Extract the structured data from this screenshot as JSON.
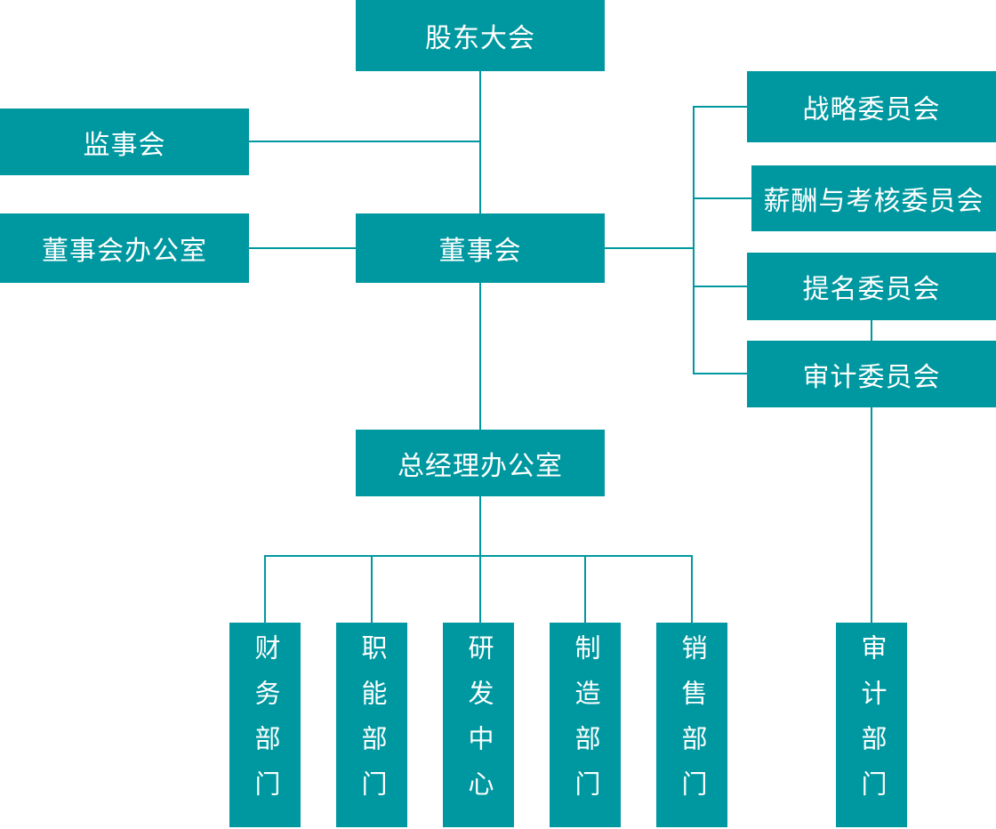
{
  "diagram": {
    "type": "org-chart",
    "accent_color": "#0098A0",
    "text_color": "#ffffff",
    "nodes": {
      "shareholders_meeting": "股东大会",
      "supervisory_board": "监事会",
      "board_office": "董事会办公室",
      "board_of_directors": "董事会",
      "strategy_committee": "战略委员会",
      "remuneration_committee": "薪酬与考核委员会",
      "nomination_committee": "提名委员会",
      "audit_committee": "审计委员会",
      "general_manager_office": "总经理办公室",
      "finance_department": "财务部门",
      "functional_department": "职能部门",
      "rd_center": "研发中心",
      "manufacturing_department": "制造部门",
      "sales_department": "销售部门",
      "audit_department": "审计部门"
    },
    "edges": [
      "shareholders_meeting-board_of_directors",
      "supervisory_board-shareholders_board_link",
      "board_office-board_of_directors",
      "board_of_directors-strategy_committee",
      "board_of_directors-remuneration_committee",
      "board_of_directors-nomination_committee",
      "board_of_directors-audit_committee",
      "board_of_directors-general_manager_office",
      "general_manager_office-finance_department",
      "general_manager_office-functional_department",
      "general_manager_office-rd_center",
      "general_manager_office-manufacturing_department",
      "general_manager_office-sales_department",
      "audit_committee-audit_department"
    ]
  }
}
